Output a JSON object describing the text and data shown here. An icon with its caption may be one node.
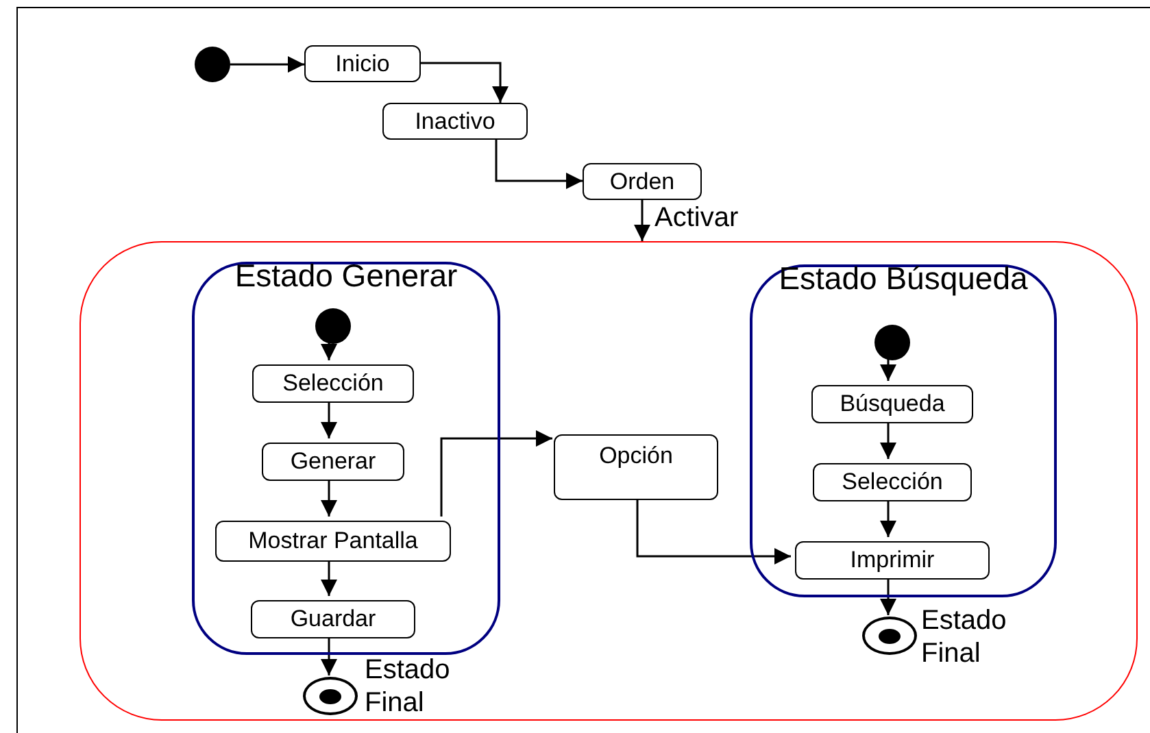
{
  "diagram": {
    "nodes": [
      {
        "text": [],
        "shape": "circle"
      },
      {
        "text": [
          "Inicio"
        ]
      },
      {
        "text": [
          "Inactivo"
        ]
      },
      {
        "text": [
          "Orden"
        ]
      },
      {
        "text": [],
        "shape": "box"
      },
      {
        "text": [
          "Estado Generar"
        ],
        "in": 4
      },
      {
        "text": [],
        "shape": "circle",
        "in": 5
      },
      {
        "text": [
          "Selección"
        ],
        "in": 5
      },
      {
        "text": [
          "Generar"
        ],
        "in": 5
      },
      {
        "text": [
          "Mostrar Pantalla"
        ],
        "in": 5
      },
      {
        "text": [
          "Guardar"
        ],
        "in": 5
      },
      {
        "text": [],
        "shape": "bullseye",
        "in": 4,
        "beside": [
          "Estado Final"
        ]
      },
      {
        "text": [
          "Opción"
        ],
        "in": 4
      },
      {
        "text": [
          "Estado Búsqueda"
        ],
        "in": 4
      },
      {
        "text": [],
        "shape": "circle",
        "in": 13
      },
      {
        "text": [
          "Búsqueda"
        ],
        "in": 13
      },
      {
        "text": [
          "Selección"
        ],
        "in": 13
      },
      {
        "text": [
          "Imprimir"
        ],
        "in": 13
      },
      {
        "text": [],
        "shape": "bullseye",
        "in": 4,
        "beside": [
          "Estado Final"
        ]
      }
    ],
    "edges": [
      {
        "from": 0,
        "to": 1,
        "arrow": "to"
      },
      {
        "from": 1,
        "to": 2,
        "arrow": "to"
      },
      {
        "from": 2,
        "to": 3,
        "arrow": "to"
      },
      {
        "from": 3,
        "to": 4,
        "arrow": "to",
        "label": "Activar"
      },
      {
        "from": 6,
        "to": 7,
        "arrow": "to"
      },
      {
        "from": 7,
        "to": 8,
        "arrow": "to"
      },
      {
        "from": 8,
        "to": 9,
        "arrow": "to"
      },
      {
        "from": 9,
        "to": 10,
        "arrow": "to"
      },
      {
        "from": 10,
        "to": 11,
        "arrow": "to"
      },
      {
        "from": 9,
        "to": 12,
        "arrow": "to"
      },
      {
        "from": 12,
        "to": 17,
        "arrow": "to"
      },
      {
        "from": 14,
        "to": 15,
        "arrow": "to"
      },
      {
        "from": 15,
        "to": 16,
        "arrow": "to"
      },
      {
        "from": 16,
        "to": 17,
        "arrow": "to"
      },
      {
        "from": 17,
        "to": 18,
        "arrow": "to"
      }
    ]
  }
}
